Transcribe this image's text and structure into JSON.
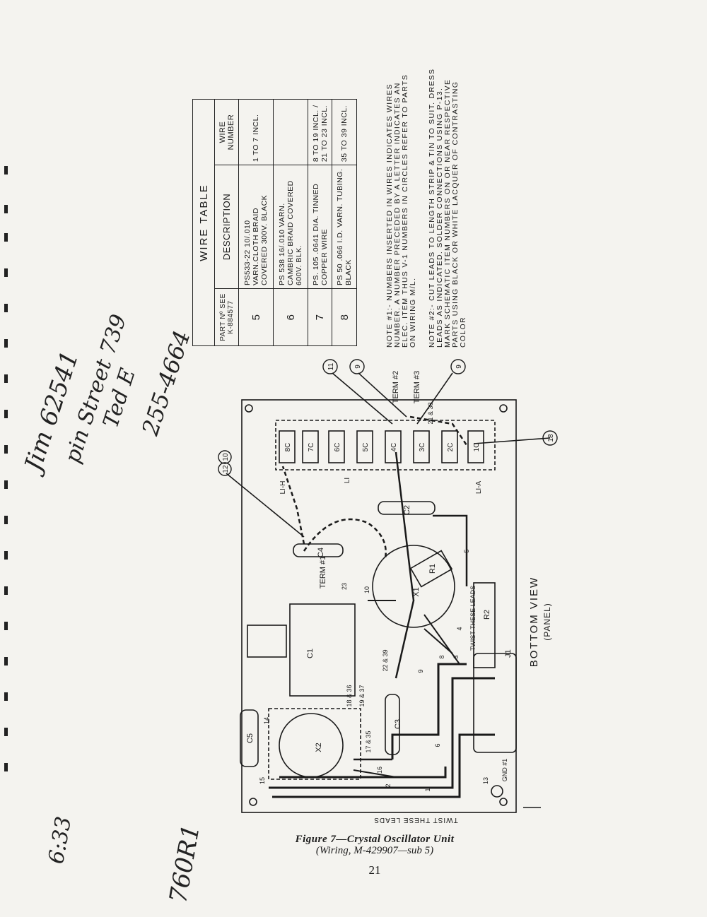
{
  "wire_table": {
    "title": "WIRE TABLE",
    "headers": [
      "PART Nº SEE K-884577",
      "DESCRIPTION",
      "WIRE NUMBER"
    ],
    "rows": [
      {
        "part": "5",
        "description": "PS533-22 10/.010 VARN.CLOTH BRAID COVERED 300V. BLACK",
        "wires": "1 TO 7 INCL."
      },
      {
        "part": "6",
        "description": "PS 538 16/.010 VARN. CAMBRIC BRAID COVERED 600V. BLK.",
        "wires": ""
      },
      {
        "part": "7",
        "description": "PS. 105 .0641 DIA. TINNED COPPER WIRE",
        "wires": "8 TO 19 INCL. / 21 TO 23 INCL."
      },
      {
        "part": "8",
        "description": "PS 50 .066 I.D. VARN. TUBING. BLACK",
        "wires": "35 TO 39 INCL."
      }
    ]
  },
  "notes": {
    "note1": "NOTE #1:- NUMBERS INSERTED IN WIRES INDICATES WIRES NUMBER. A NUMBER PRECEDED BY A LETTER INDICATES AN ELEC. ITEM THUS V-1 NUMBERS IN CIRCLES REFER TO PARTS ON WIRING M/L.",
    "note2": "NOTE #2:- CUT LEADS TO LENGTH STRIP & TIN TO SUIT. DRESS LEADS AS INDICATED. SOLDER CONNECTIONS USING P-13. MARK SCHEMATIC ITEM NUMBERS ON OR NEAR RESPECTIVE PARTS USING BLACK OR WHITE LACQUER OF CONTRASTING COLOR"
  },
  "diagram": {
    "view_label": "BOTTOM VIEW",
    "view_sub": "(PANEL)",
    "term1": "TERM #1",
    "term2": "TERM #2",
    "term3": "TERM #3",
    "twist1": "TWIST THESE LEADS",
    "twist2": "TWIST THESE LEADS",
    "li_h": "LI-H",
    "li_a": "LI-A",
    "li": "LI",
    "x1": "X1",
    "x2": "X2",
    "c1": "C1",
    "c2": "C2",
    "c3": "C3",
    "c4": "C4",
    "c5": "C5",
    "r1": "R1",
    "r2": "R2",
    "j1": "J1",
    "gnd": "GND #1",
    "strip_terms": [
      "8C",
      "7C",
      "6C",
      "5C",
      "4C",
      "3C",
      "2C",
      "1C"
    ],
    "circles": [
      "11",
      "9",
      "9",
      "18",
      "10",
      "12"
    ],
    "wire_labels": [
      "22 & 39",
      "18 & 36",
      "19 & 37",
      "17 & 35",
      "21 & 38",
      "23",
      "10",
      "5",
      "4",
      "3",
      "8",
      "9",
      "16",
      "15",
      "14",
      "2",
      "1",
      "6",
      "13"
    ]
  },
  "handwriting": {
    "line1": "Jim 62541",
    "line2": "pin Street 739",
    "line3": "Ted E",
    "line4": "255-4664",
    "line5": "6:33",
    "line6": "760R1"
  },
  "caption": {
    "figure": "Figure 7—Crystal Oscillator Unit",
    "sub": "(Wiring, M-429907—sub 5)",
    "page": "21"
  }
}
